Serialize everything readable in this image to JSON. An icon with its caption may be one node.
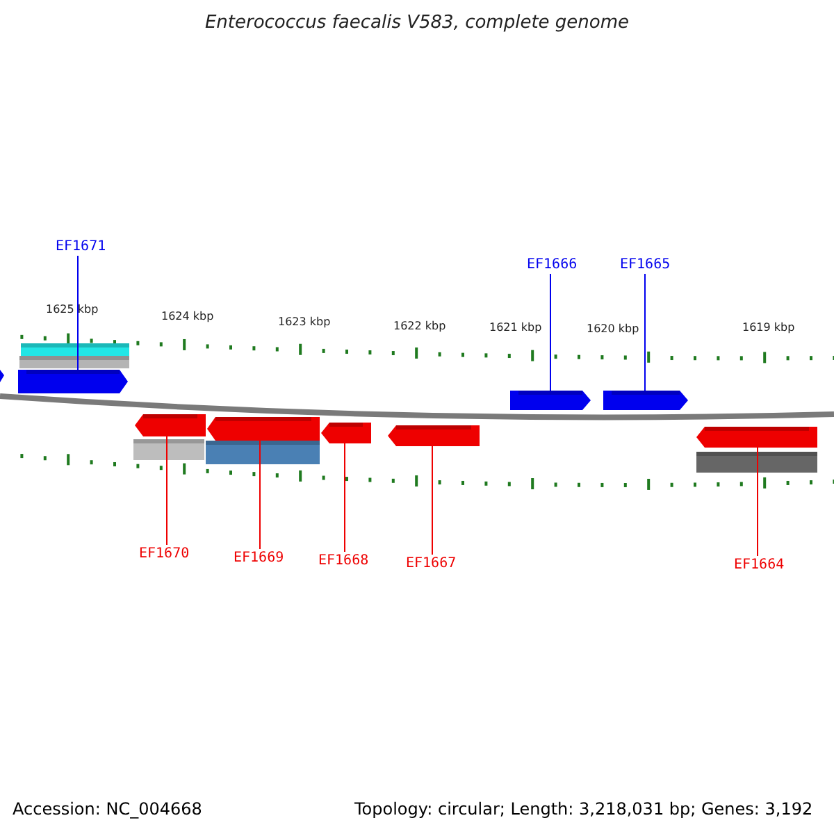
{
  "diagram": {
    "title": "Enterococcus faecalis V583, complete genome",
    "nodes": [
      {
        "text": [
          "EF1671"
        ]
      },
      {
        "text": [
          "EF1666"
        ]
      },
      {
        "text": [
          "EF1665"
        ]
      },
      {
        "text": [
          "EF1670"
        ]
      },
      {
        "text": [
          "EF1669"
        ]
      },
      {
        "text": [
          "EF1668"
        ]
      },
      {
        "text": [
          "EF1667"
        ]
      },
      {
        "text": [
          "EF1664"
        ]
      },
      {
        "text": [],
        "shape": "bar"
      },
      {
        "text": [],
        "shape": "bar"
      },
      {
        "text": [],
        "shape": "bar"
      },
      {
        "text": [],
        "shape": "bar"
      },
      {
        "text": [],
        "shape": "bar"
      },
      {
        "text": [],
        "shape": "bar"
      },
      {
        "text": [],
        "shape": "bar"
      },
      {
        "text": [],
        "shape": "bar"
      }
    ],
    "edges": [
      {
        "from": 0,
        "to": 8,
        "arrow": "none",
        "color": "#0000ee"
      },
      {
        "from": 1,
        "to": 9,
        "arrow": "none",
        "color": "#0000ee"
      },
      {
        "from": 2,
        "to": 10,
        "arrow": "none",
        "color": "#0000ee"
      },
      {
        "from": 3,
        "to": 11,
        "arrow": "none"
      },
      {
        "from": 4,
        "to": 12,
        "arrow": "none"
      },
      {
        "from": 5,
        "to": 13,
        "arrow": "none"
      },
      {
        "from": 6,
        "to": 14,
        "arrow": "none"
      },
      {
        "from": 7,
        "to": 15,
        "arrow": "none"
      }
    ],
    "labels": [
      "1625 kbp",
      "1624 kbp",
      "1623 kbp",
      "1622 kbp",
      "1621 kbp",
      "1620 kbp",
      "1619 kbp",
      "Accession: NC_004668",
      "Topology: circular; Length: 3,218,031 bp; Genes: 3,192"
    ]
  }
}
